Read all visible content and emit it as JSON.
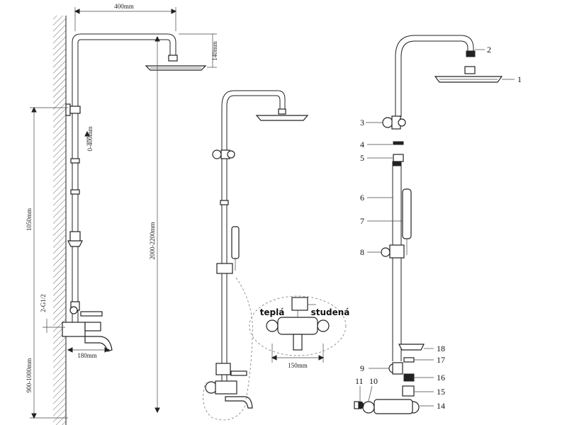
{
  "diagram": {
    "left_view": {
      "dim_width": "400mm",
      "dim_drop": "140mm",
      "dim_slide": "0-400mm",
      "dim_rail": "1050mm",
      "dim_total": "2000-2200mm",
      "dim_thread": "2-G1/2",
      "dim_spout": "180mm",
      "dim_mount": "900-1000mm"
    },
    "inset": {
      "label_hot": "teplá",
      "label_cold": "studená",
      "dim_spacing": "150mm"
    },
    "parts": [
      "1",
      "2",
      "3",
      "4",
      "5",
      "6",
      "7",
      "8",
      "9",
      "10",
      "11",
      "14",
      "15",
      "16",
      "17",
      "18"
    ]
  }
}
